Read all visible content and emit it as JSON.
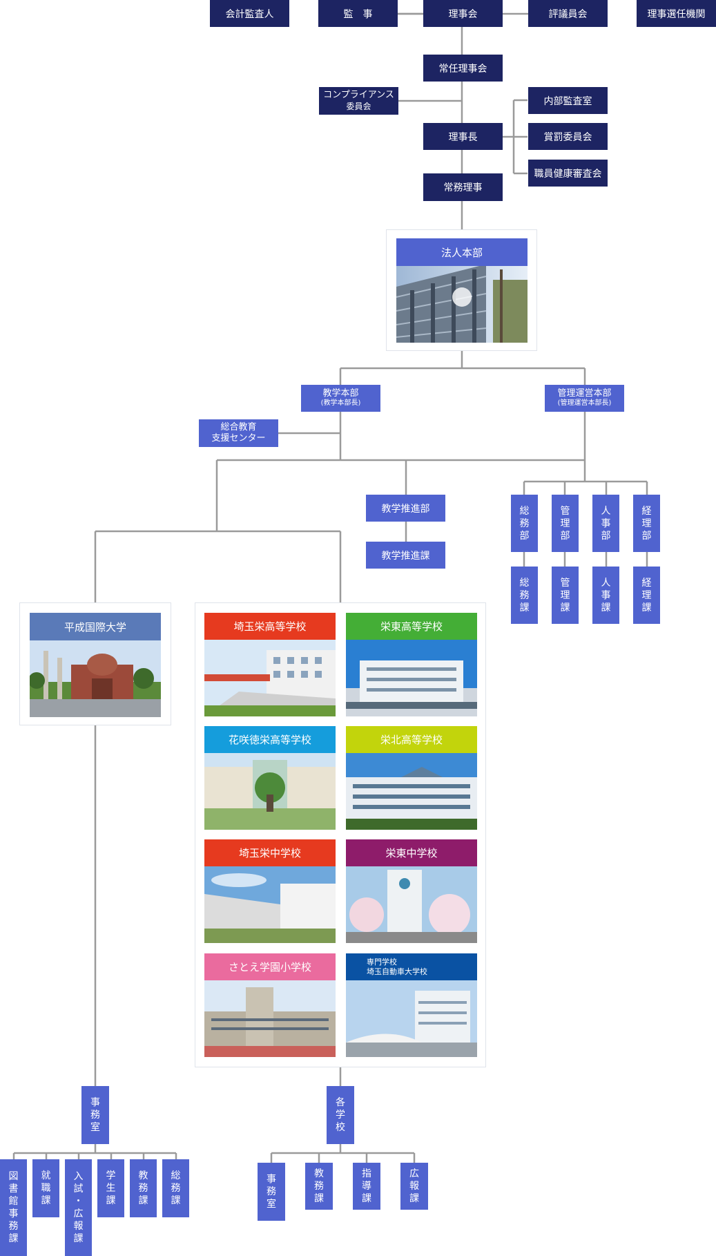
{
  "governance": {
    "auditor": "会計監査人",
    "inspector": "監　事",
    "board": "理事会",
    "council": "評議員会",
    "election": "理事選任機関",
    "standing_board": "常任理事会",
    "compliance_line1": "コンプライアンス",
    "compliance_line2": "委員会",
    "chairman": "理事長",
    "internal_audit": "内部監査室",
    "reward_committee": "賞罰委員会",
    "health_committee": "職員健康審査会",
    "managing_director": "常務理事"
  },
  "hq": {
    "title": "法人本部"
  },
  "academic": {
    "title": "教学本部",
    "subtitle": "(教学本部長)",
    "support_line1": "総合教育",
    "support_line2": "支援センター",
    "promotion_dept": "教学推進部",
    "promotion_section": "教学推進課"
  },
  "management": {
    "title": "管理運営本部",
    "subtitle": "(管理運営本部長)",
    "departments": [
      {
        "dept": [
          "総",
          "務",
          "部"
        ],
        "section": [
          "総",
          "務",
          "課"
        ]
      },
      {
        "dept": [
          "管",
          "理",
          "部"
        ],
        "section": [
          "管",
          "理",
          "課"
        ]
      },
      {
        "dept": [
          "人",
          "事",
          "部"
        ],
        "section": [
          "人",
          "事",
          "課"
        ]
      },
      {
        "dept": [
          "経",
          "理",
          "部"
        ],
        "section": [
          "経",
          "理",
          "課"
        ]
      }
    ]
  },
  "university": {
    "title": "平成国際大学",
    "office": [
      "事",
      "務",
      "室"
    ],
    "sections": [
      [
        "図",
        "書",
        "館",
        "事",
        "務",
        "課"
      ],
      [
        "就",
        "職",
        "課"
      ],
      [
        "入",
        "試",
        "・",
        "広",
        "報",
        "課"
      ],
      [
        "学",
        "生",
        "課"
      ],
      [
        "教",
        "務",
        "課"
      ],
      [
        "総",
        "務",
        "課"
      ]
    ]
  },
  "schools": {
    "tiles": [
      {
        "name": "埼玉栄高等学校",
        "color": "#e63a1f"
      },
      {
        "name": "栄東高等学校",
        "color": "#44ae36"
      },
      {
        "name": "花咲徳栄高等学校",
        "color": "#159ddc"
      },
      {
        "name": "栄北高等学校",
        "color": "#c2d40c"
      },
      {
        "name": "埼玉栄中学校",
        "color": "#e63a1f"
      },
      {
        "name": "栄東中学校",
        "color": "#8e1c6a"
      },
      {
        "name": "さとえ学園小学校",
        "color": "#ea6b9e"
      },
      {
        "name_line1": "専門学校",
        "name_line2": "埼玉自動車大学校",
        "color": "#0a52a3"
      }
    ],
    "each": [
      "各",
      "学",
      "校"
    ],
    "sections": [
      [
        "事",
        "務",
        "室"
      ],
      [
        "教",
        "務",
        "課"
      ],
      [
        "指",
        "導",
        "課"
      ],
      [
        "広",
        "報",
        "課"
      ]
    ]
  },
  "colors": {
    "dark_navy": "#1d2462",
    "blue": "#5063cf",
    "university_header": "#5a7ab8",
    "line": "#9a9a9a"
  }
}
